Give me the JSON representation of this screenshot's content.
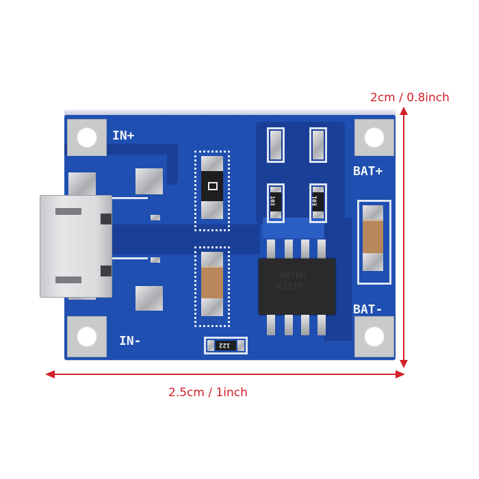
{
  "product": {
    "type": "TP4056 micro USB lithium battery charging module",
    "colors": {
      "pcb": "#1f4fb0",
      "silkscreen": "#f2f4fa",
      "dimension": "#d3202a",
      "background": "#ffffff"
    }
  },
  "silkscreen": {
    "in_plus": "IN+",
    "in_minus": "IN-",
    "bat_plus": "BAT+",
    "bat_minus": "BAT-"
  },
  "components": {
    "chip_marking_line1": "4056H",
    "chip_marking_line2": "K211P",
    "resistor_r1": "103",
    "resistor_r2": "E01",
    "resistor_prog": "122",
    "connector": "micro-usb-icon"
  },
  "dimensions": {
    "height_label": "2cm / 0.8inch",
    "width_label": "2.5cm / 1inch"
  }
}
